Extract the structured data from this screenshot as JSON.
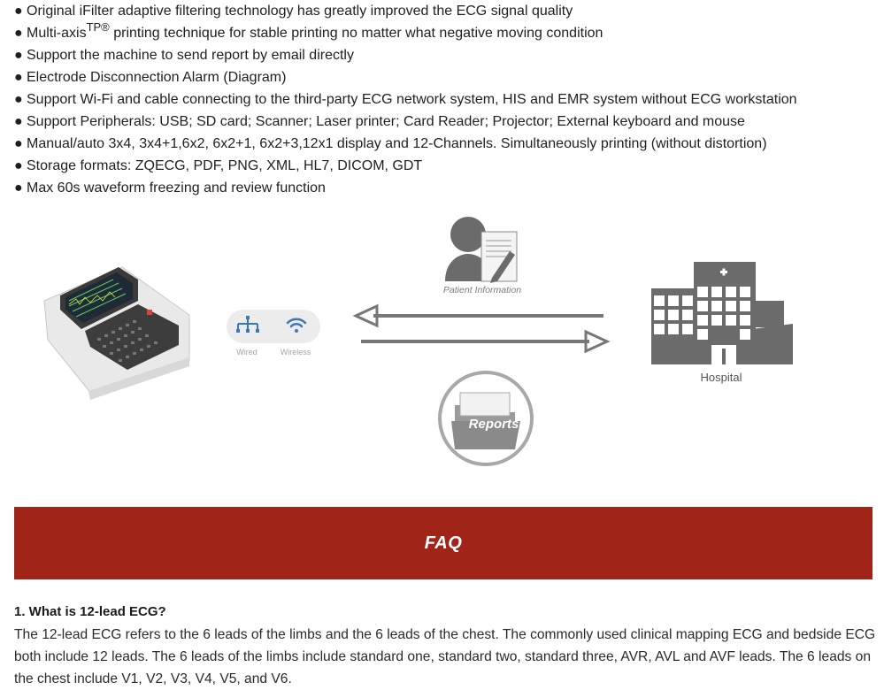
{
  "features": [
    {
      "bullet": "●",
      "text": "Original iFilter adaptive filtering technology has greatly improved the ECG signal quality"
    },
    {
      "bullet": "●",
      "text_before": "Multi-axis",
      "sup": "TP®",
      "text_after": " printing technique for stable printing no matter what negative moving condition"
    },
    {
      "bullet": "●",
      "text": "Support the machine to send report by email directly"
    },
    {
      "bullet": "●",
      "text": "Electrode Disconnection Alarm (Diagram)"
    },
    {
      "bullet": "●",
      "text": "Support Wi-Fi and cable connecting to the third-party ECG network system, HIS and EMR system without ECG workstation"
    },
    {
      "bullet": "●",
      "text": "Support Peripherals: USB; SD card; Scanner; Laser printer; Card Reader; Projector; External keyboard and mouse"
    },
    {
      "bullet": "●",
      "text": "Manual/auto 3x4, 3x4+1,6x2, 6x2+1, 6x2+3,12x1 display and 12-Channels. Simultaneously printing (without distortion)"
    },
    {
      "bullet": "●",
      "text": "Storage formats: ZQECG, PDF, PNG, XML, HL7, DICOM, GDT"
    },
    {
      "bullet": "●",
      "text": "Max 60s waveform freezing and review function"
    }
  ],
  "diagram": {
    "wired_label": "Wired",
    "wireless_label": "Wireless",
    "patient_info_label": "Patient Information",
    "reports_label": "Reports",
    "hospital_label": "Hospital",
    "colors": {
      "gray_dark": "#6b6b6b",
      "gray_mid": "#8a8a8a",
      "icon_blue": "#3c78b4"
    }
  },
  "faq": {
    "banner": "FAQ",
    "question": "1. What is 12-lead ECG?",
    "answer": "The 12-lead ECG refers to the 6 leads of the limbs and the 6 leads of the chest. The commonly used clinical mapping ECG and bedside ECG both include 12 leads. The 6 leads of the limbs include standard one, standard two, standard three, AVR, AVL and AVF leads. The 6 leads on the chest include V1, V2, V3, V4, V5, and V6.",
    "banner_color": "#a12418"
  }
}
